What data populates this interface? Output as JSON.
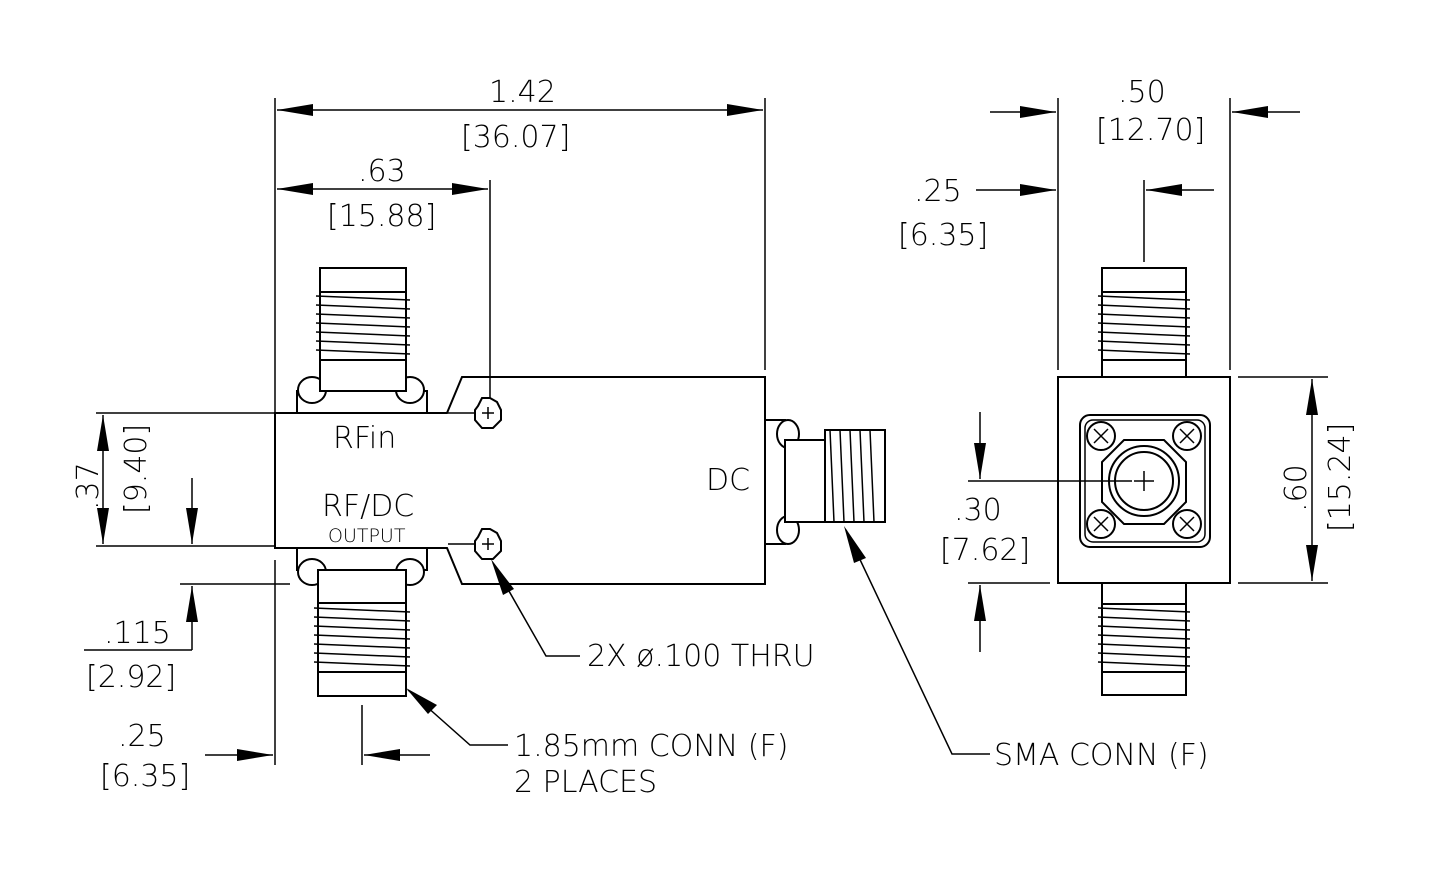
{
  "dimensions": {
    "overall_length": {
      "inch": "1.42",
      "mm": "[36.07]"
    },
    "hole_offset": {
      "inch": ".63",
      "mm": "[15.88]"
    },
    "port_spacing": {
      "inch": ".37",
      "mm": "[9.40]"
    },
    "bottom_offset": {
      "inch": ".115",
      "mm": "[2.92]"
    },
    "conn_offset_left": {
      "inch": ".25",
      "mm": "[6.35]"
    },
    "side_width": {
      "inch": ".50",
      "mm": "[12.70]"
    },
    "side_half_width": {
      "inch": ".25",
      "mm": "[6.35]"
    },
    "side_height": {
      "inch": ".60",
      "mm": "[15.24]"
    },
    "side_center": {
      "inch": ".30",
      "mm": "[7.62]"
    }
  },
  "labels": {
    "rf_in": "RFin",
    "rf_dc": "RF/DC",
    "output": "OUTPUT",
    "dc": "DC"
  },
  "callouts": {
    "holes": "2X ø.100 THRU",
    "conn_185_line1": "1.85mm CONN (F)",
    "conn_185_line2": "2 PLACES",
    "sma": "SMA CONN (F)"
  }
}
